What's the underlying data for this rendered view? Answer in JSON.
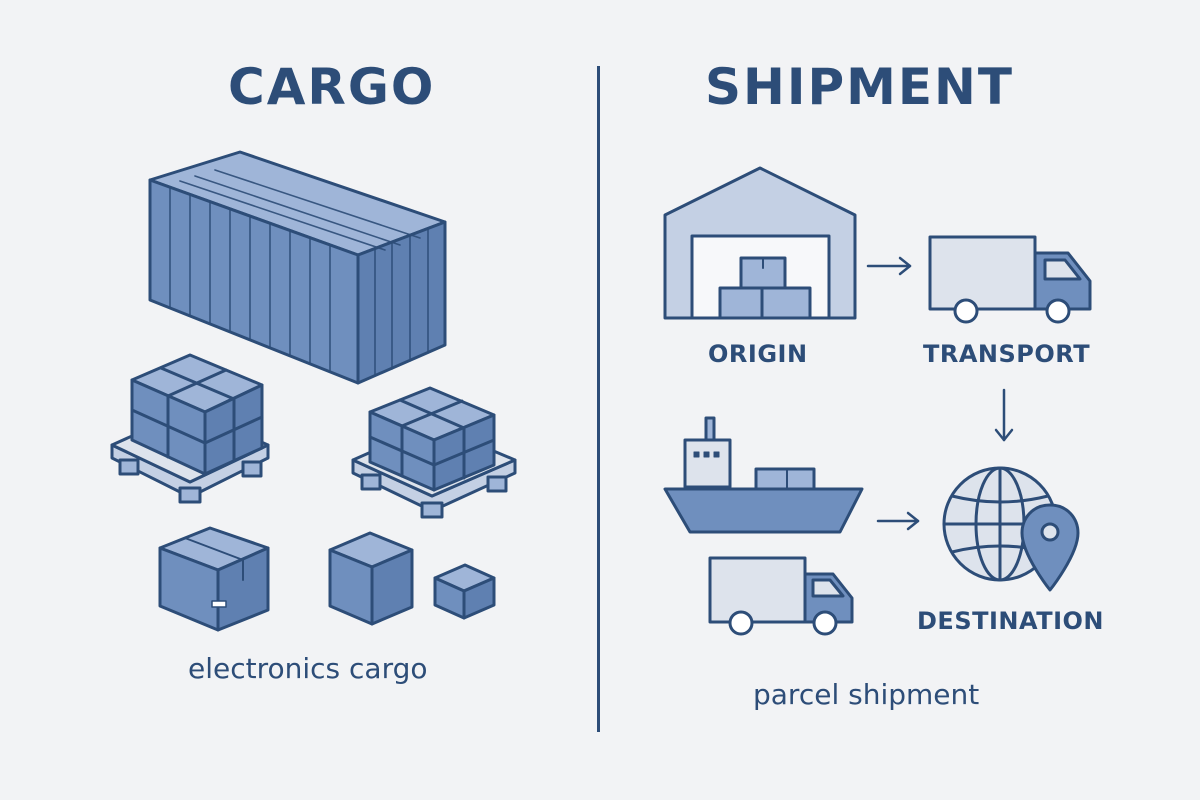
{
  "cargo": {
    "title": "CARGO",
    "caption": "electronics cargo",
    "icons": [
      "shipping-container-icon",
      "pallet-boxes-icon",
      "cardboard-box-icon"
    ]
  },
  "shipment": {
    "title": "SHIPMENT",
    "caption": "parcel shipment",
    "steps": {
      "origin": "ORIGIN",
      "transport": "TRANSPORT",
      "destination": "DESTINATION"
    },
    "icons": [
      "warehouse-icon",
      "truck-icon",
      "cargo-ship-icon",
      "globe-icon",
      "location-pin-icon",
      "arrow-icon"
    ]
  },
  "colors": {
    "outline": "#2d4d78",
    "fill_mid": "#6f8fbe",
    "fill_light": "#9fb5d8",
    "fill_pale": "#dde3ec",
    "background": "#f2f3f5"
  }
}
